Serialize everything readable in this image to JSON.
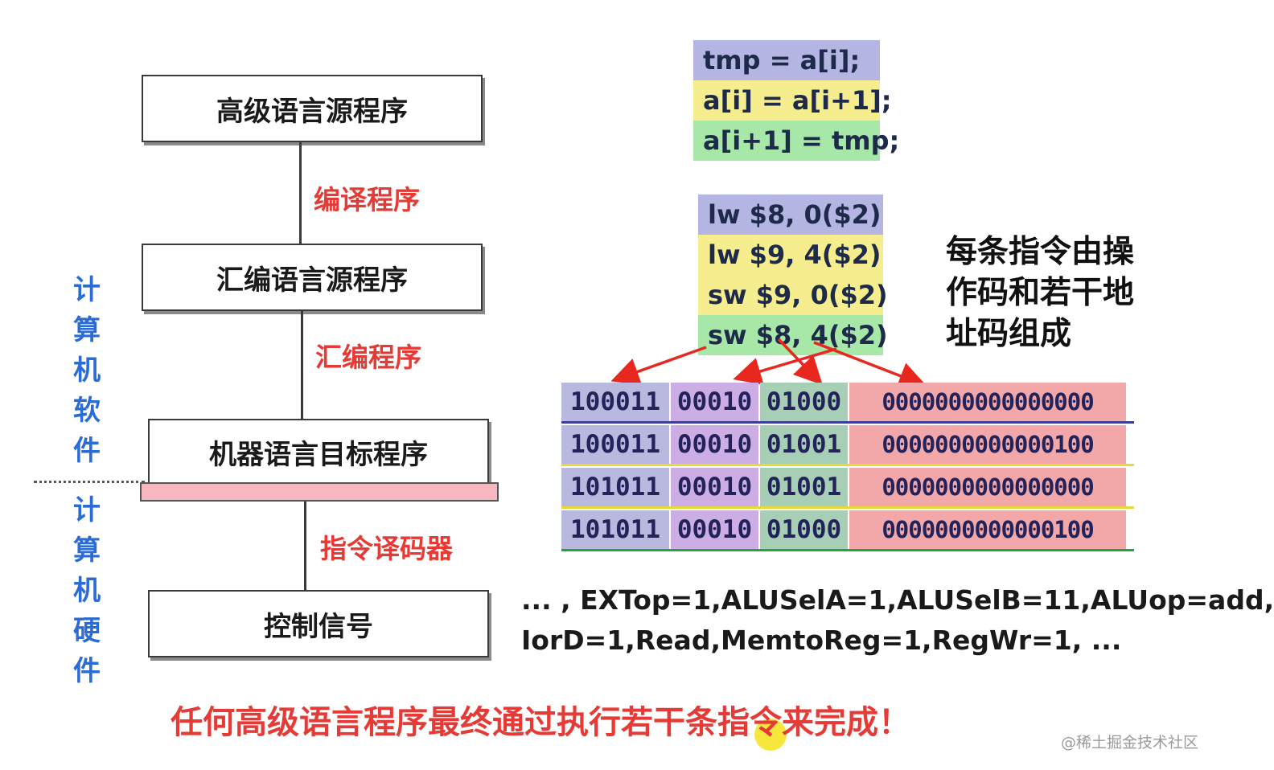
{
  "flow": {
    "boxes": [
      {
        "label": "高级语言源程序"
      },
      {
        "label": "汇编语言源程序"
      },
      {
        "label": "机器语言目标程序"
      },
      {
        "label": "控制信号"
      }
    ],
    "steps": [
      "编译程序",
      "汇编程序",
      "指令译码器"
    ]
  },
  "side_labels": {
    "software": "计算机软件",
    "hardware": "计算机硬件"
  },
  "hl_code": [
    {
      "text": "tmp = a[i];",
      "color": "#b5b5e3"
    },
    {
      "text": "a[i] = a[i+1];",
      "color": "#f6ee8e"
    },
    {
      "text": "a[i+1] = tmp;",
      "color": "#a7e7a7"
    }
  ],
  "asm_code": [
    {
      "text": "lw $8, 0($2)",
      "color": "#b5b5e3"
    },
    {
      "text": "lw $9, 4($2)",
      "color": "#f6ee8e"
    },
    {
      "text": "sw $9, 0($2)",
      "color": "#f6ee8e"
    },
    {
      "text": "sw $8, 4($2)",
      "color": "#a7e7a7"
    }
  ],
  "description": "每条指令由操作码和若干地址码组成",
  "machine_code": [
    [
      "100011",
      "00010",
      "01000",
      "0000000000000000"
    ],
    [
      "100011",
      "00010",
      "01001",
      "0000000000000100"
    ],
    [
      "101011",
      "00010",
      "01001",
      "0000000000000000"
    ],
    [
      "101011",
      "00010",
      "01000",
      "0000000000000100"
    ]
  ],
  "signals": {
    "line1": "... , EXTop=1,ALUSelA=1,ALUSelB=11,ALUop=add,",
    "line2": "IorD=1,Read,MemtoReg=1,RegWr=1, ..."
  },
  "conclusion": "任何高级语言程序最终通过执行若干条指令来完成！",
  "watermark": "@稀土掘金技术社区",
  "colors": {
    "red": "#e53a35",
    "blue": "#2b6bd6",
    "arrow": "#e8281e"
  }
}
